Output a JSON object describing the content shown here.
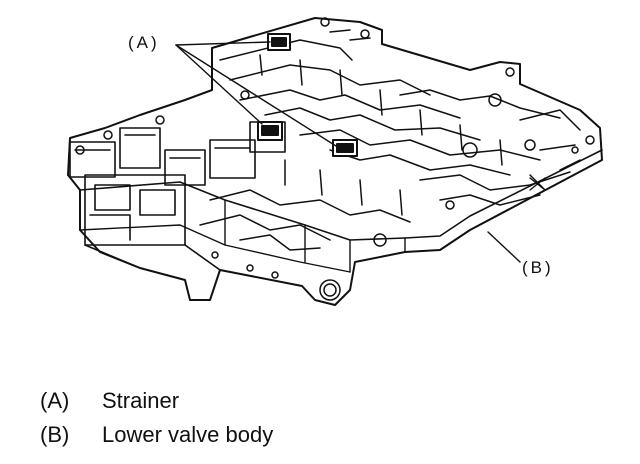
{
  "diagram": {
    "callouts": {
      "a": "(A)",
      "b": "(B)"
    },
    "legend": [
      {
        "key": "(A)",
        "label": "Strainer"
      },
      {
        "key": "(B)",
        "label": "Lower valve body"
      }
    ]
  }
}
